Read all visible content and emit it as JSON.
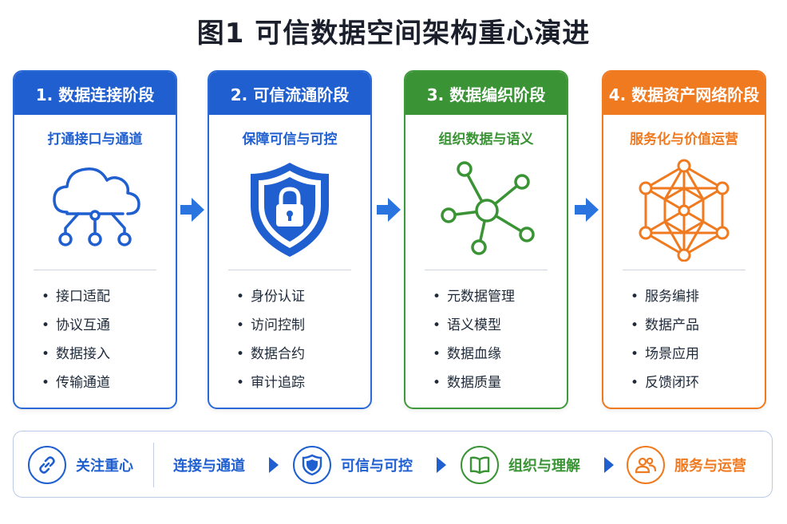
{
  "title": "图1  可信数据空间架构重心演进",
  "stages": [
    {
      "header": "1. 数据连接阶段",
      "subtitle": "打通接口与通道",
      "icon": "cloud-network-icon",
      "items": [
        "接口适配",
        "协议互通",
        "数据接入",
        "传输通道"
      ]
    },
    {
      "header": "2. 可信流通阶段",
      "subtitle": "保障可信与可控",
      "icon": "shield-lock-icon",
      "items": [
        "身份认证",
        "访问控制",
        "数据合约",
        "审计追踪"
      ]
    },
    {
      "header": "3. 数据编织阶段",
      "subtitle": "组织数据与语义",
      "icon": "node-graph-icon",
      "items": [
        "元数据管理",
        "语义模型",
        "数据血缘",
        "数据质量"
      ]
    },
    {
      "header": "4. 数据资产网络阶段",
      "subtitle": "服务化与价值运营",
      "icon": "hexagon-network-icon",
      "items": [
        "服务编排",
        "数据产品",
        "场景应用",
        "反馈闭环"
      ]
    }
  ],
  "focus_bar": {
    "label": "关注重心",
    "steps": [
      "连接与通道",
      "可信与可控",
      "组织与理解",
      "服务与运营"
    ]
  },
  "colors": {
    "blue": "#1f5fcf",
    "green": "#3a9435",
    "orange": "#f07a20",
    "arrow": "#2a74e0"
  }
}
